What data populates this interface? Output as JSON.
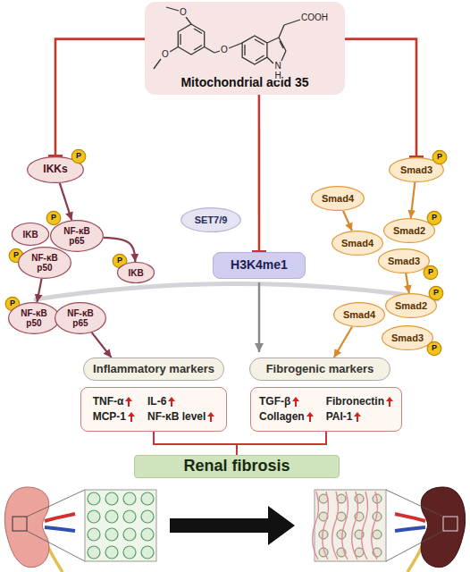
{
  "diagram": {
    "nodes": [
      {
        "text": [
          "Mitochondrial acid 35"
        ]
      },
      {
        "text": [
          "IKKs"
        ]
      },
      {
        "text": [
          "P"
        ]
      },
      {
        "text": [
          "Smad3"
        ]
      },
      {
        "text": [
          "P"
        ]
      },
      {
        "text": [
          "Smad4"
        ]
      },
      {
        "text": [
          "SET7/9"
        ]
      },
      {
        "text": [
          "IKB"
        ]
      },
      {
        "text": [
          "P"
        ]
      },
      {
        "text": [
          "NF-κB p65"
        ]
      },
      {
        "text": [
          "P"
        ]
      },
      {
        "text": [
          "NF-κB p50"
        ]
      },
      {
        "text": [
          "Smad4"
        ]
      },
      {
        "text": [
          "Smad2"
        ]
      },
      {
        "text": [
          "P"
        ]
      },
      {
        "text": [
          "Smad3"
        ]
      },
      {
        "text": [
          "P"
        ]
      },
      {
        "text": [
          "H3K4me1"
        ]
      },
      {
        "text": [
          "P"
        ]
      },
      {
        "text": [
          "IKB"
        ]
      },
      {
        "text": [
          "P"
        ]
      },
      {
        "text": [
          "NF-κB p50"
        ]
      },
      {
        "text": [
          "NF-κB p65"
        ]
      },
      {
        "text": [
          "Smad4"
        ]
      },
      {
        "text": [
          "Smad2"
        ]
      },
      {
        "text": [
          "P"
        ]
      },
      {
        "text": [
          "Smad3"
        ]
      },
      {
        "text": [
          "P"
        ]
      },
      {
        "text": [
          "Inflammatory markers"
        ]
      },
      {
        "text": [
          "Fibrogenic markers"
        ]
      },
      {
        "text": [
          "TNF-α",
          "IL-6",
          "MCP-1",
          "NF-κB level"
        ]
      },
      {
        "text": [
          "TGF-β",
          "Fibronectin",
          "Collagen",
          "PAI-1"
        ]
      },
      {
        "text": [
          "Renal fibrosis"
        ]
      }
    ],
    "edges": [
      {
        "from": 0,
        "to": 1,
        "arrow": "to"
      },
      {
        "from": 0,
        "to": 3,
        "arrow": "to"
      },
      {
        "from": 0,
        "to": 17,
        "arrow": "to"
      },
      {
        "from": 1,
        "to": 9,
        "arrow": "to"
      },
      {
        "from": 9,
        "to": 19,
        "arrow": "to"
      },
      {
        "from": 11,
        "to": 21,
        "arrow": "to"
      },
      {
        "from": 22,
        "to": 28,
        "arrow": "to"
      },
      {
        "from": 3,
        "to": 13,
        "arrow": "to"
      },
      {
        "from": 5,
        "to": 12,
        "arrow": "to"
      },
      {
        "from": 15,
        "to": 24,
        "arrow": "to"
      },
      {
        "from": 23,
        "to": 29,
        "arrow": "to"
      },
      {
        "from": 30,
        "to": 32,
        "arrow": "none"
      },
      {
        "from": 31,
        "to": 32,
        "arrow": "none"
      }
    ],
    "labels": [
      "O",
      "O",
      "O",
      "COOH",
      "N",
      "H"
    ]
  }
}
